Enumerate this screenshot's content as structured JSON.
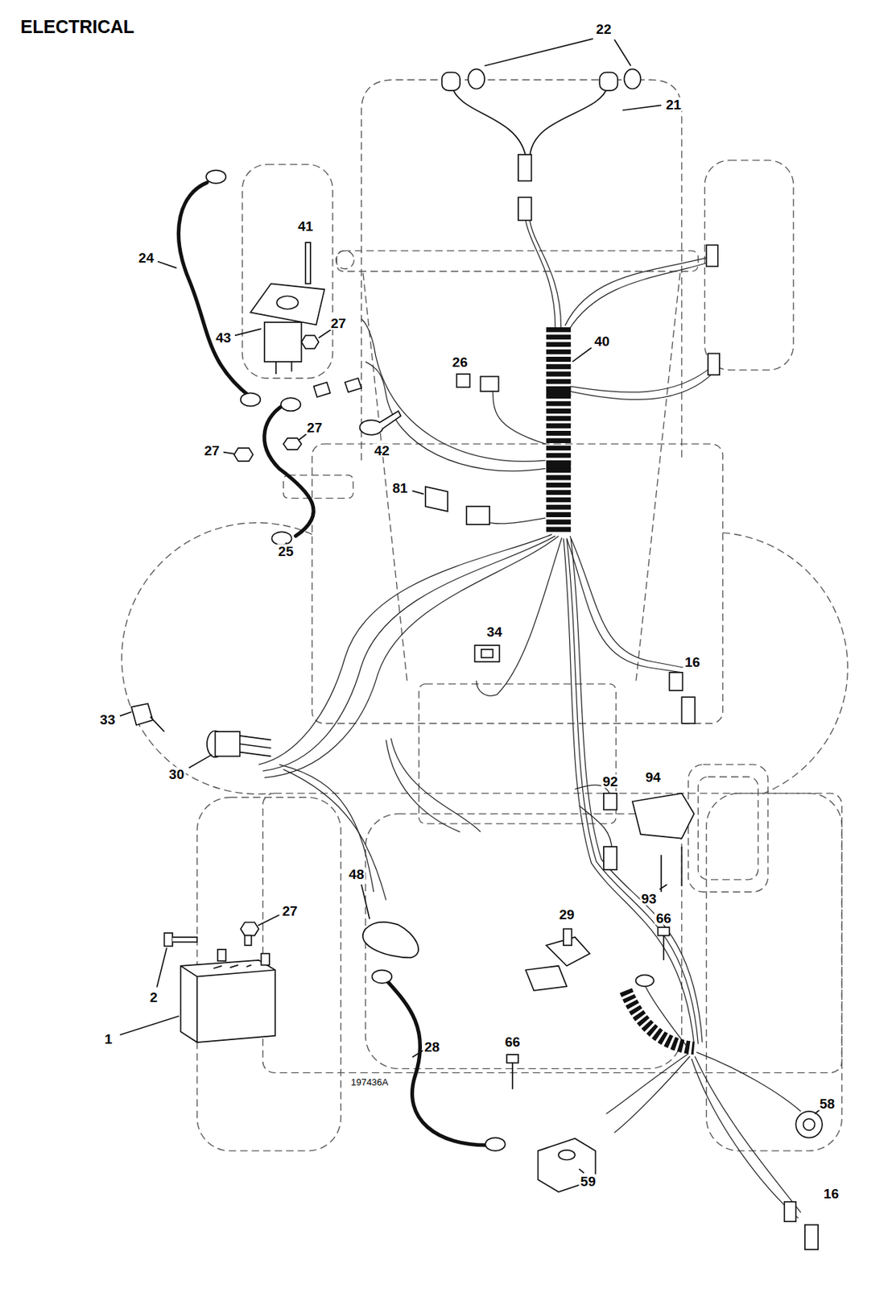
{
  "diagram": {
    "title": "ELECTRICAL",
    "labels": [
      "22",
      "21",
      "41",
      "24",
      "43",
      "27",
      "40",
      "26",
      "27",
      "27",
      "42",
      "81",
      "25",
      "34",
      "16",
      "33",
      "30",
      "92",
      "94",
      "48",
      "27",
      "93",
      "66",
      "29",
      "2",
      "1",
      "28",
      "66",
      "197436A",
      "58",
      "59",
      "16"
    ]
  }
}
